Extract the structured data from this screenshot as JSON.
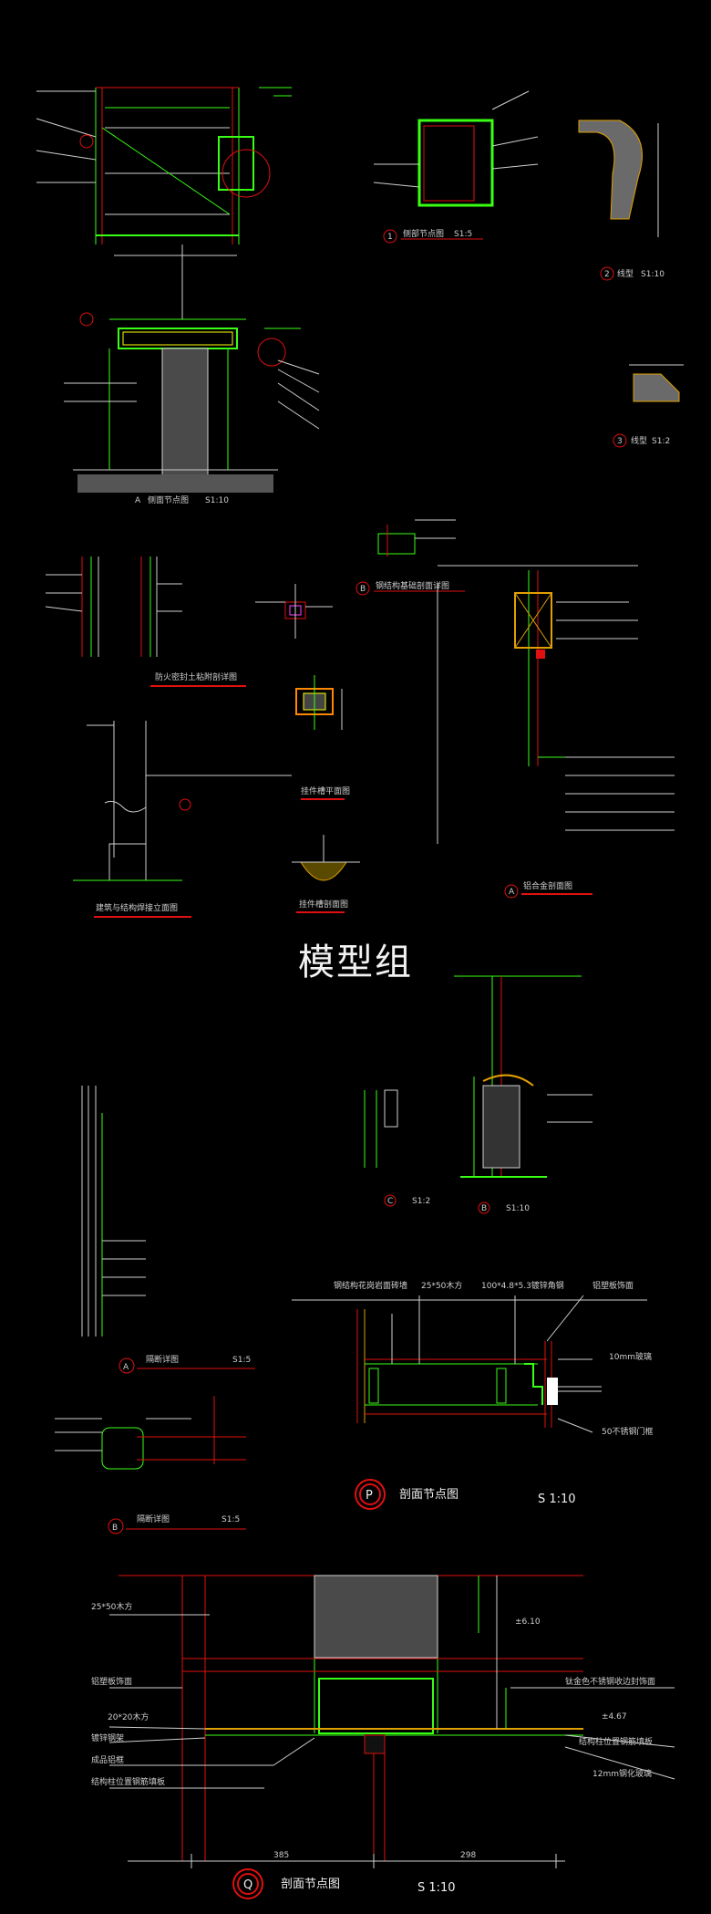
{
  "watermark": "模型组",
  "colors": {
    "background": "#000000",
    "green": "#39ff14",
    "red": "#e01010",
    "white": "#f0f0f0",
    "yellow": "#ffff00",
    "hatch": "#9a9a9a"
  },
  "details": {
    "d1": {
      "badge": "1",
      "title": "侧部节点图",
      "scale": "S1:5"
    },
    "d2": {
      "badge": "2",
      "title": "线型",
      "scale": "S1:10"
    },
    "d3": {
      "badge": "3",
      "title": "线型",
      "scale": "S1:2"
    },
    "top_a": {
      "badge": "A",
      "title": "侧面节点图",
      "scale": "S1:10"
    },
    "b_small": {
      "badge": "B",
      "title": "钢结构基础剖面详图"
    },
    "wall_detail": {
      "title": "防火密封土粘附剖详图"
    },
    "floor_stand": {
      "title": "建筑与结构焊接立面图"
    },
    "bracket_plan": {
      "title": "挂件槽平面图"
    },
    "bracket_section": {
      "title": "挂件槽剖面图"
    },
    "right_a": {
      "badge": "A",
      "title": "铝合金剖面图"
    },
    "mid_c": {
      "badge": "C",
      "scale": "S1:2"
    },
    "mid_b": {
      "badge": "B",
      "scale": "S1:10"
    },
    "left_a": {
      "badge": "A",
      "title": "隔断详图",
      "scale": "S1:5"
    },
    "left_b": {
      "badge": "B",
      "title": "隔断详图",
      "scale": "S1:5"
    }
  },
  "detail_p": {
    "badge": "P",
    "title": "剖面节点图",
    "scale": "S 1:10",
    "labels": [
      "钢结构花岗岩面砖墙",
      "25*50木方",
      "100*4.8*5.3镀锌角钢",
      "铝塑板饰面",
      "10mm玻璃",
      "50不锈钢门框"
    ]
  },
  "detail_q": {
    "badge": "Q",
    "title": "剖面节点图",
    "scale": "S 1:10",
    "labels_left": [
      "25*50木方",
      "铝塑板饰面",
      "20*20木方",
      "镀锌钢架",
      "成品铝框",
      "结构柱位置钢筋填板"
    ],
    "labels_right": [
      "钛金色不锈钢收边封饰面",
      "结构柱位置钢筋填板",
      "12mm钢化玻璃"
    ],
    "levels": [
      "±6.10",
      "±4.67"
    ],
    "dims": [
      "385",
      "298"
    ]
  }
}
